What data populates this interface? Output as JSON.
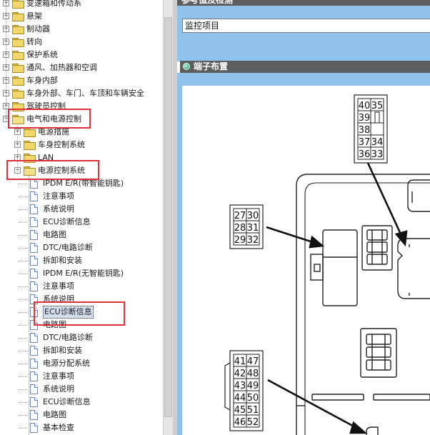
{
  "tree": {
    "rows": [
      {
        "label": "变速箱和传动系",
        "indent": 0,
        "expander": "+",
        "icon": "folder"
      },
      {
        "label": "悬架",
        "indent": 0,
        "expander": "+",
        "icon": "folder"
      },
      {
        "label": "制动器",
        "indent": 0,
        "expander": "+",
        "icon": "folder"
      },
      {
        "label": "转向",
        "indent": 0,
        "expander": "+",
        "icon": "folder"
      },
      {
        "label": "保护系统",
        "indent": 0,
        "expander": "+",
        "icon": "folder"
      },
      {
        "label": "通风、加热器和空调",
        "indent": 0,
        "expander": "+",
        "icon": "folder"
      },
      {
        "label": "车身内部",
        "indent": 0,
        "expander": "+",
        "icon": "folder"
      },
      {
        "label": "车身外部、车门、车顶和车辆安全",
        "indent": 0,
        "expander": "+",
        "icon": "folder"
      },
      {
        "label": "驾驶员控制",
        "indent": 0,
        "expander": "+",
        "icon": "folder"
      },
      {
        "label": "电气和电源控制",
        "indent": 0,
        "expander": "−",
        "icon": "folder-open"
      },
      {
        "label": "电源措施",
        "indent": 1,
        "expander": "+",
        "icon": "folder"
      },
      {
        "label": "车身控制系统",
        "indent": 1,
        "expander": "+",
        "icon": "folder"
      },
      {
        "label": "LAN",
        "indent": 1,
        "expander": "+",
        "icon": "folder"
      },
      {
        "label": "电源控制系统",
        "indent": 1,
        "expander": "−",
        "icon": "folder-open"
      },
      {
        "label": "IPDM E/R(带智能钥匙)",
        "indent": 2,
        "icon": "doc"
      },
      {
        "label": "注意事项",
        "indent": 2,
        "icon": "doc"
      },
      {
        "label": "系统说明",
        "indent": 2,
        "icon": "doc"
      },
      {
        "label": "ECU诊断信息",
        "indent": 2,
        "icon": "doc"
      },
      {
        "label": "电路图",
        "indent": 2,
        "icon": "doc"
      },
      {
        "label": "DTC/电路诊断",
        "indent": 2,
        "icon": "doc"
      },
      {
        "label": "拆卸和安装",
        "indent": 2,
        "icon": "doc"
      },
      {
        "label": "IPDM E/R(无智能钥匙)",
        "indent": 2,
        "icon": "doc"
      },
      {
        "label": "注意事项",
        "indent": 2,
        "icon": "doc"
      },
      {
        "label": "系统说明",
        "indent": 2,
        "icon": "doc"
      },
      {
        "label": "ECU诊断信息",
        "indent": 2,
        "icon": "doc",
        "selected": true
      },
      {
        "label": "电路图",
        "indent": 2,
        "icon": "doc"
      },
      {
        "label": "DTC/电路诊断",
        "indent": 2,
        "icon": "doc"
      },
      {
        "label": "拆卸和安装",
        "indent": 2,
        "icon": "doc"
      },
      {
        "label": "电源分配系统",
        "indent": 2,
        "icon": "doc"
      },
      {
        "label": "注意事项",
        "indent": 2,
        "icon": "doc"
      },
      {
        "label": "系统说明",
        "indent": 2,
        "icon": "doc"
      },
      {
        "label": "ECU诊断信息",
        "indent": 2,
        "icon": "doc"
      },
      {
        "label": "电路图",
        "indent": 2,
        "icon": "doc"
      },
      {
        "label": "基本检查",
        "indent": 2,
        "icon": "doc"
      }
    ],
    "highlight_rows": [
      9,
      13,
      24
    ]
  },
  "content": {
    "top_section_title": "参考值及检测",
    "monitor_item_value": "监控项目",
    "section_title": "端子布置",
    "connectors": {
      "top": [
        [
          "40",
          "35"
        ],
        [
          "39",
          ""
        ],
        [
          "38",
          ""
        ],
        [
          "37",
          "34"
        ],
        [
          "36",
          "33"
        ]
      ],
      "left": [
        [
          "27",
          "30"
        ],
        [
          "28",
          "31"
        ],
        [
          "29",
          "32"
        ]
      ],
      "bottom": [
        [
          "41",
          "47"
        ],
        [
          "42",
          "48"
        ],
        [
          "43",
          "49"
        ],
        [
          "44",
          "50"
        ],
        [
          "45",
          "51"
        ],
        [
          "46",
          "52"
        ]
      ]
    }
  },
  "colors": {
    "highlight": "#e0303a",
    "panel_blue": "#8ec3ee",
    "section_bar": "#5d5d5d"
  }
}
